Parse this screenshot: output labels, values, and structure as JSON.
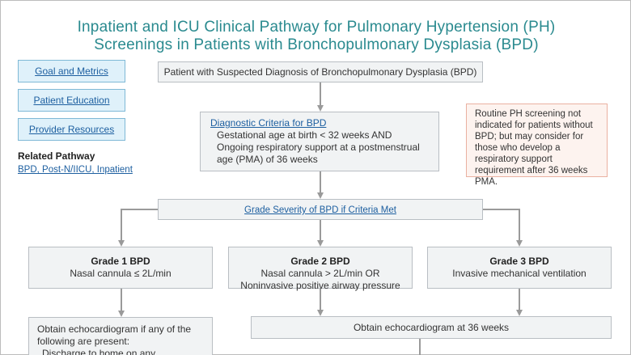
{
  "title": {
    "line1": "Inpatient and ICU Clinical Pathway for Pulmonary Hypertension (PH)",
    "line2": "Screenings in Patients with Bronchopulmonary Dysplasia (BPD)"
  },
  "nav": {
    "goal": "Goal and Metrics",
    "education": "Patient Education",
    "provider": "Provider Resources"
  },
  "related": {
    "title": "Related Pathway",
    "link": "BPD, Post-N/IICU, Inpatient"
  },
  "boxes": {
    "suspected": "Patient with Suspected Diagnosis of Bronchopulmonary Dysplasia (BPD)",
    "criteria_link": "Diagnostic Criteria for BPD",
    "criteria_1": "Gestational age at birth < 32 weeks   AND",
    "criteria_2": "Ongoing respiratory support at a postmenstrual age (PMA) of 36 weeks",
    "routine": "Routine PH screening not indicated for patients without BPD; but may consider for those who develop a respiratory support requirement after 36 weeks PMA.",
    "grade_severity": "Grade Severity of BPD if Criteria Met",
    "g1_title": "Grade 1 BPD",
    "g1_text": "Nasal cannula ≤ 2L/min",
    "g2_title": "Grade 2 BPD",
    "g2_text1": "Nasal cannula > 2L/min   OR",
    "g2_text2": "Noninvasive positive airway pressure",
    "g3_title": "Grade 3 BPD",
    "g3_text": "Invasive mechanical ventilation",
    "echo1_1": "Obtain echocardiogram if any of the following are present:",
    "echo1_2": "Discharge to home on any",
    "echo2": "Obtain echocardiogram at 36 weeks"
  },
  "colors": {
    "title": "#2a8a8f",
    "link": "#1d5fa0",
    "nav_bg": "#dff1fa",
    "box_bg": "#f1f3f4",
    "note_bg": "#fdf3ef",
    "note_border": "#eab1a1",
    "connector": "#9a9a9a"
  }
}
